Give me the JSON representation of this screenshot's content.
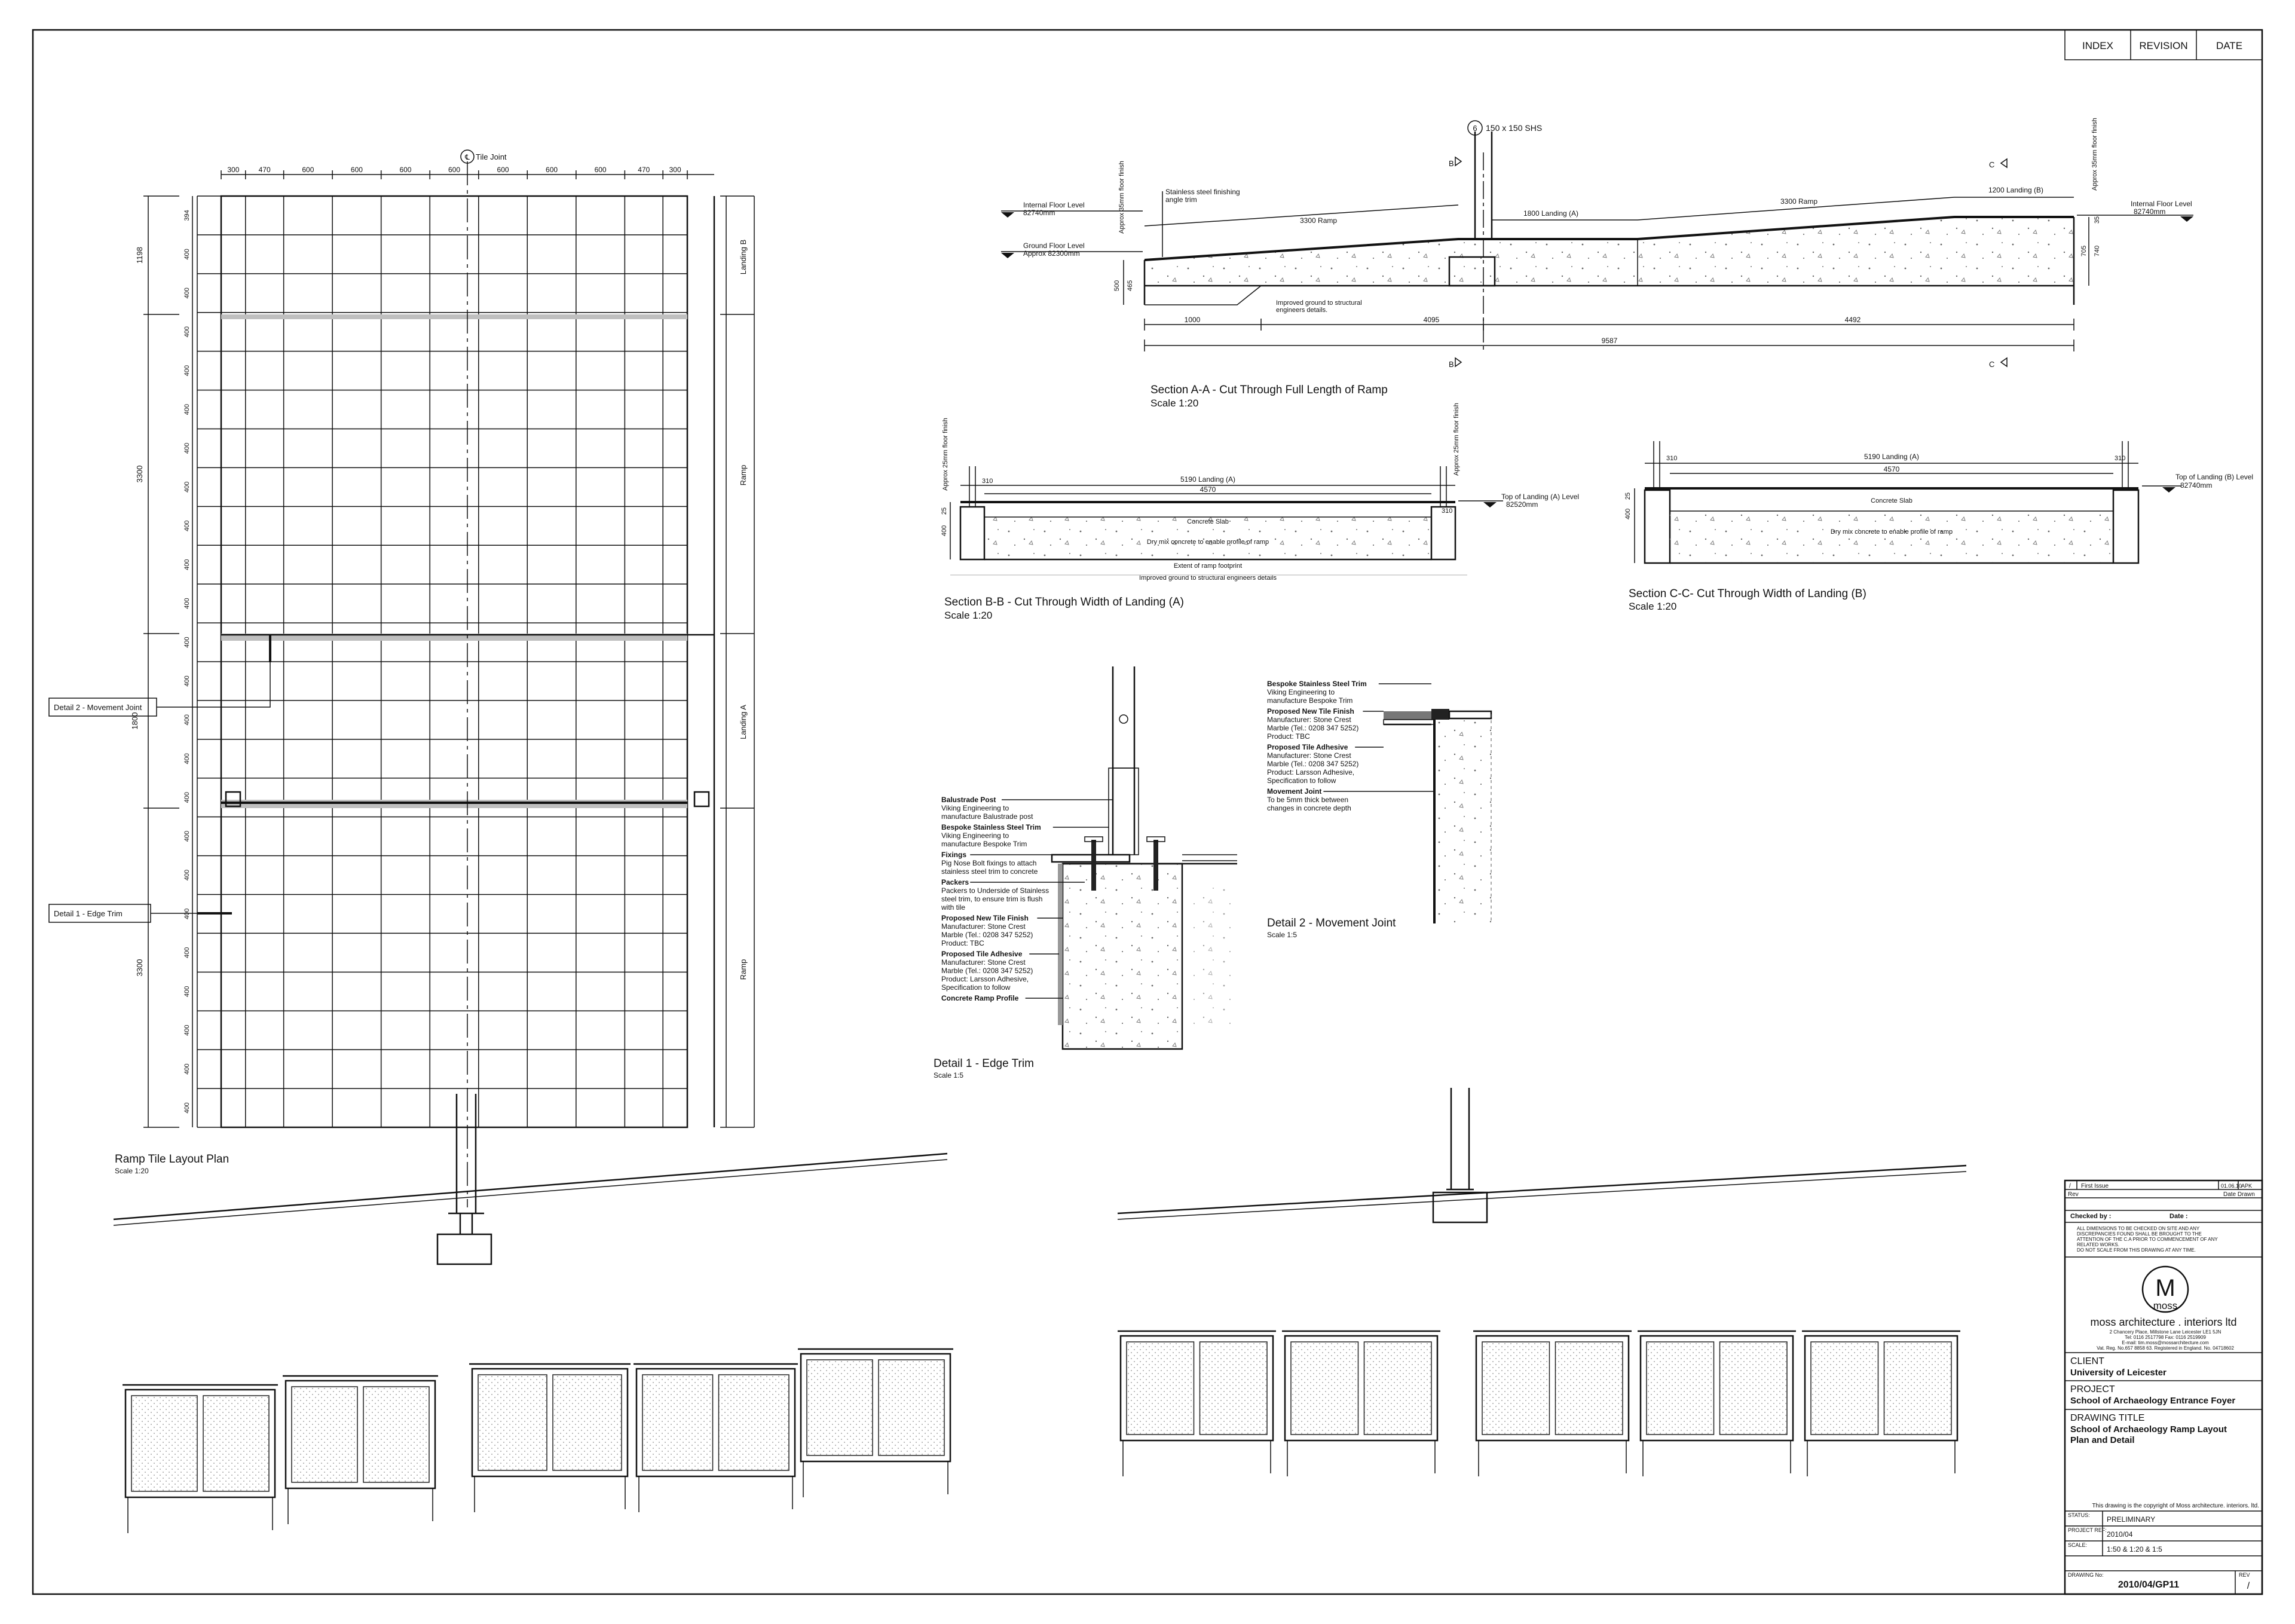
{
  "revision_header": {
    "index": "INDEX",
    "revision": "REVISION",
    "date": "DATE"
  },
  "plan": {
    "title": "Ramp Tile Layout Plan",
    "scale": "Scale 1:20",
    "tile_joint": "Tile Joint",
    "col_widths": [
      "300",
      "470",
      "600",
      "600",
      "600",
      "600",
      "600",
      "600",
      "600",
      "470",
      "300"
    ],
    "row_labels": [
      "394",
      "400",
      "400",
      "400",
      "400",
      "400",
      "400",
      "400",
      "400",
      "400",
      "400",
      "400",
      "400",
      "400",
      "400",
      "400",
      "400",
      "400",
      "400",
      "400",
      "400",
      "400",
      "400",
      "400"
    ],
    "left_dims": [
      "1198",
      "3300",
      "1800",
      "3300"
    ],
    "right_zones": [
      "Landing B",
      "Ramp",
      "Landing A",
      "Ramp"
    ],
    "callout_movement": "Detail 2 - Movement Joint",
    "callout_edge": "Detail 1 - Edge Trim"
  },
  "section_aa": {
    "title": "Section A-A - Cut Through Full Length of Ramp",
    "scale": "Scale 1:20",
    "post_tag": "6",
    "post_label": "150 x 150 SHS",
    "internal_floor": "Internal Floor Level",
    "internal_floor_val": "82740mm",
    "ground_floor": "Ground Floor Level",
    "ground_floor_val": "Approx 82300mm",
    "trim": "Stainless steel finishing",
    "trim2": "angle trim",
    "ramp1": "3300 Ramp",
    "landing_a": "1800 Landing (A)",
    "ramp2": "3300 Ramp",
    "landing_b": "1200 Landing (B)",
    "improved": "Improved ground to structural",
    "improved2": "engineers details.",
    "dim_1000": "1000",
    "dim_4095": "4095",
    "dim_4492": "4492",
    "dim_9587": "9587",
    "dim_500": "500",
    "dim_465": "465",
    "dim_705": "705",
    "dim_740": "740",
    "dim_35": "35",
    "finish_left": "Approx 35mm floor finish",
    "finish_right": "Approx 35mm floor finish",
    "mark_b": "B",
    "mark_c": "C"
  },
  "section_bb": {
    "title": "Section B-B - Cut Through Width of Landing (A)",
    "scale": "Scale 1:20",
    "landing": "5190 Landing (A)",
    "dim": "4570",
    "slab": "Concrete Slab",
    "dry": "Dry mix concrete to enable profile of ramp",
    "ghost1": "Extent of ramp footprint",
    "ghost2": "Improved ground to structural engineers details",
    "top": "Top of Landing (A) Level",
    "top_val": "82520mm",
    "finish_left": "Approx 25mm floor finish",
    "finish_right": "Approx 25mm floor finish",
    "dim_25": "25",
    "dim_400": "400",
    "dim_310": "310"
  },
  "section_cc": {
    "title": "Section C-C- Cut Through Width of Landing (B)",
    "scale": "Scale 1:20",
    "landing": "5190 Landing (A)",
    "dim": "4570",
    "slab": "Concrete Slab",
    "dry": "Dry mix concrete to enable profile of ramp",
    "top": "Top of Landing (B) Level",
    "top_val": "82740mm",
    "dim_25": "25",
    "dim_400": "400",
    "dim_310": "310"
  },
  "detail1": {
    "title": "Detail 1 - Edge Trim",
    "scale": "Scale 1:5",
    "notes": [
      {
        "h": "Balustrade Post",
        "b": [
          "Viking Engineering to",
          "manufacture Balustrade post"
        ]
      },
      {
        "h": "Bespoke Stainless Steel Trim",
        "b": [
          "Viking Engineering to",
          "manufacture Bespoke Trim"
        ]
      },
      {
        "h": "Fixings",
        "b": [
          "Pig Nose Bolt fixings to attach",
          "stainless steel trim to concrete"
        ]
      },
      {
        "h": "Packers",
        "b": [
          "Packers to Underside of Stainless",
          "steel trim, to ensure trim is flush",
          "with tile"
        ]
      },
      {
        "h": "Proposed New Tile Finish",
        "b": [
          "Manufacturer: Stone Crest",
          "Marble (Tel.: 0208 347 5252)",
          "Product: TBC"
        ]
      },
      {
        "h": "Proposed Tile Adhesive",
        "b": [
          "Manufacturer: Stone Crest",
          "Marble (Tel.: 0208 347 5252)",
          "Product: Larsson Adhesive,",
          "Specification to follow"
        ]
      },
      {
        "h": "Concrete Ramp Profile",
        "b": []
      }
    ]
  },
  "detail2": {
    "title": "Detail 2 - Movement Joint",
    "scale": "Scale 1:5",
    "notes": [
      {
        "h": "Bespoke Stainless Steel Trim",
        "b": [
          "Viking Engineering to",
          "manufacture Bespoke Trim"
        ]
      },
      {
        "h": "Proposed New Tile Finish",
        "b": [
          "Manufacturer: Stone Crest",
          "Marble (Tel.: 0208 347 5252)",
          "Product: TBC"
        ]
      },
      {
        "h": "Proposed Tile Adhesive",
        "b": [
          "Manufacturer: Stone Crest",
          "Marble (Tel.: 0208 347 5252)",
          "Product: Larsson Adhesive,",
          "Specification to follow"
        ]
      },
      {
        "h": "Movement Joint",
        "b": [
          "To be 5mm thick between",
          "changes in concrete depth"
        ]
      }
    ]
  },
  "title_block": {
    "rev_mark": "/",
    "rev_desc": "First Issue",
    "rev_date": "01.06.10",
    "rev_by": "APK",
    "rev_label": "Rev",
    "date_drawn": "Date  Drawn",
    "checked_by": "Checked by :",
    "date_label": "Date :",
    "notes": [
      "ALL DIMENSIONS TO BE CHECKED ON SITE AND ANY",
      "DISCREPANCIES FOUND SHALL BE BROUGHT TO THE",
      "ATTENTION OF THE C.A PRIOR TO COMMENCEMENT OF ANY",
      "RELATED WORKS.",
      "DO NOT SCALE FROM THIS DRAWING AT ANY TIME."
    ],
    "logo_letter": "M",
    "logo_word": "moss",
    "company": "moss architecture . interiors ltd",
    "address": [
      "2 Chancery Place, Millstone Lane Leicester LE1 5JN",
      "Tel: 0116 2517798  Fax: 0116 2519909",
      "E-mail: tim.moss@mossarchitecture.com",
      "Vat. Reg. No.657 8858 63. Registered in England. No. 04718602"
    ],
    "client_label": "CLIENT",
    "client": "University of Leicester",
    "project_label": "PROJECT",
    "project": "School of Archaeology Entrance Foyer",
    "drawing_title_label": "DRAWING TITLE",
    "drawing_title_1": "School of Archaeology Ramp Layout",
    "drawing_title_2": "Plan and Detail",
    "copyright": "This drawing is the copyright of Moss architecture. interiors. ltd.",
    "status_label": "STATUS:",
    "status": "PRELIMINARY",
    "project_ref_label": "PROJECT REF:",
    "project_ref": "2010/04",
    "scale_label": "SCALE:",
    "scale": "1:50 & 1:20 & 1:5",
    "drawing_no_label": "DRAWING No:",
    "drawing_no": "2010/04/GP11",
    "rev_label2": "REV",
    "rev": "/"
  }
}
